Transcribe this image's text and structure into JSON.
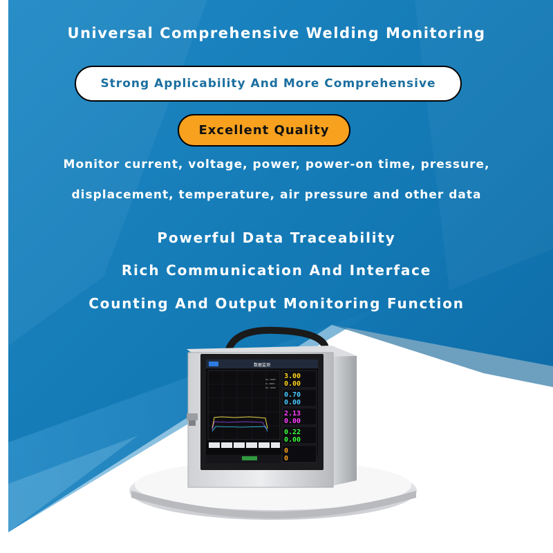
{
  "title": "Universal Comprehensive Welding Monitoring",
  "badge_primary": "Strong Applicability And More Comprehensive",
  "badge_secondary": "Excellent Quality",
  "description": {
    "line1": "Monitor current, voltage, power, power-on time, pressure,",
    "line2": "displacement, temperature, air pressure and other data"
  },
  "features": [
    "Powerful Data Traceability",
    "Rich Communication And Interface",
    "Counting And Output Monitoring Function"
  ],
  "device_screen": {
    "header_title": "数据监测",
    "readouts": [
      {
        "top": "3.00",
        "bottom": "0.00",
        "color": "#ffd21a"
      },
      {
        "top": "0.70",
        "bottom": "0.00",
        "color": "#49c8ff"
      },
      {
        "top": "2.13",
        "bottom": "0.00",
        "color": "#ff3cff"
      },
      {
        "top": "0.22",
        "bottom": "0.00",
        "color": "#38ff38"
      },
      {
        "top": "0",
        "bottom": "0",
        "color": "#ffa21a"
      }
    ]
  },
  "colors": {
    "background_blue": "#1277b3",
    "badge_text": "#1b6f9f",
    "badge_orange": "#f7a11f"
  }
}
